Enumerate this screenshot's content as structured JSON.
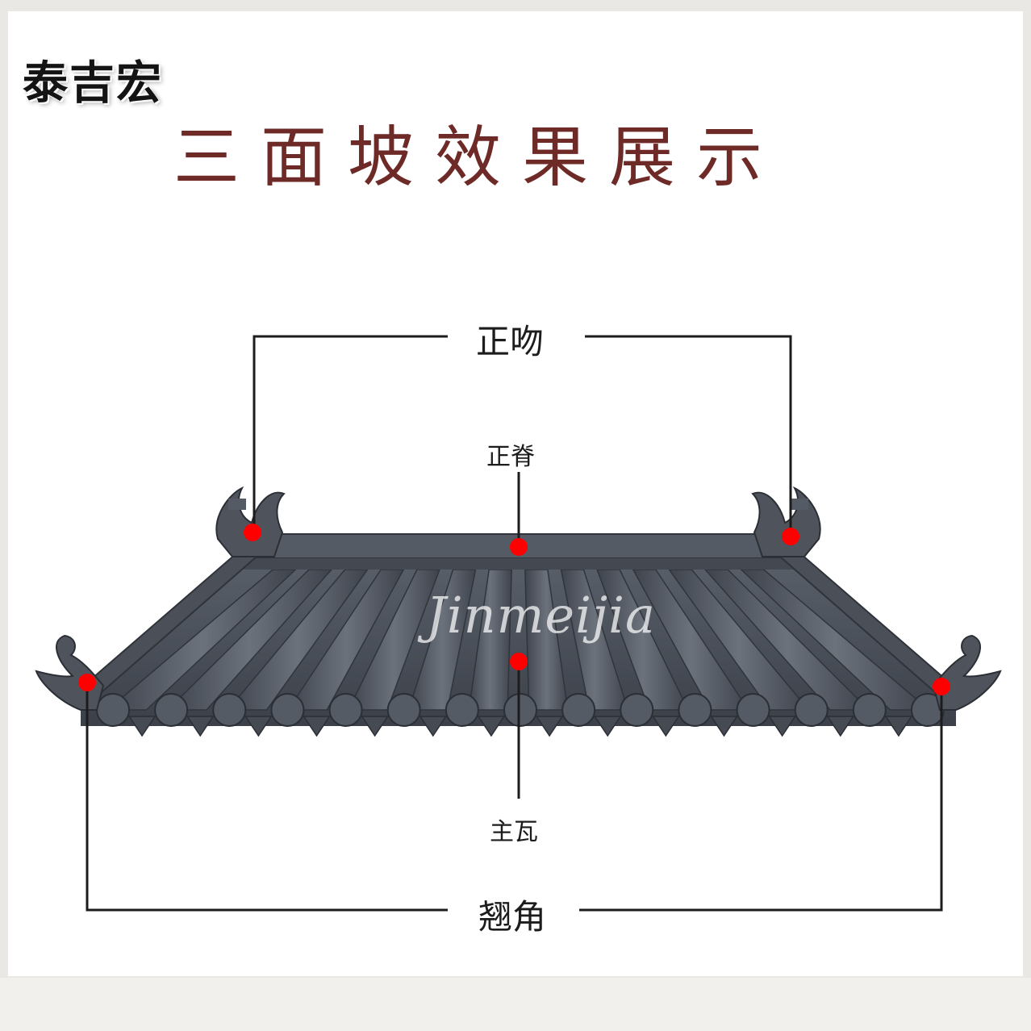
{
  "brand": "泰吉宏",
  "title": "三面坡效果展示",
  "watermark": "Jinmeijia",
  "labels": {
    "ridge_ornament": "正吻",
    "main_ridge": "正脊",
    "main_tile": "主瓦",
    "flying_eave": "翘角"
  },
  "colors": {
    "title": "#6e2a26",
    "roof": "#4a4f58",
    "marker": "#ff0000",
    "leader_line": "#1c1c1c"
  }
}
